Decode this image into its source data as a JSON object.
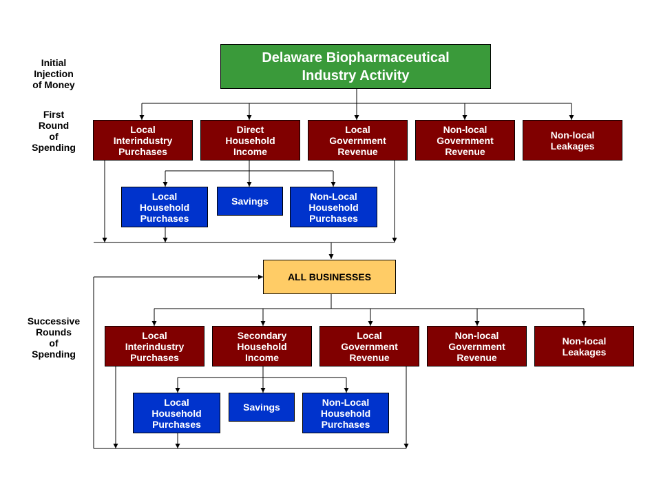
{
  "stages": {
    "initial": "Initial\nInjection\nof Money",
    "first": "First\nRound\nof\nSpending",
    "successive": "Successive\nRounds\nof\nSpending"
  },
  "top": {
    "title": "Delaware Biopharmaceutical\nIndustry Activity"
  },
  "first_round": {
    "local_interindustry": "Local\nInterindustry\nPurchases",
    "household_income": "Direct\nHousehold\nIncome",
    "local_gov": "Local\nGovernment\nRevenue",
    "nonlocal_gov": "Non-local\nGovernment\nRevenue",
    "nonlocal_leakages": "Non-local\nLeakages",
    "household": {
      "local_purchases": "Local\nHousehold\nPurchases",
      "savings": "Savings",
      "nonlocal_purchases": "Non-Local\nHousehold\nPurchases"
    }
  },
  "all_businesses": "ALL BUSINESSES",
  "successive_round": {
    "local_interindustry": "Local\nInterindustry\nPurchases",
    "household_income": "Secondary\nHousehold\nIncome",
    "local_gov": "Local\nGovernment\nRevenue",
    "nonlocal_gov": "Non-local\nGovernment\nRevenue",
    "nonlocal_leakages": "Non-local\nLeakages",
    "household": {
      "local_purchases": "Local\nHousehold\nPurchases",
      "savings": "Savings",
      "nonlocal_purchases": "Non-Local\nHousehold\nPurchases"
    }
  },
  "colors": {
    "top_box": "#3a9a3a",
    "category_box": "#800000",
    "household_box": "#0033cc",
    "all_businesses_box": "#ffcc66"
  }
}
